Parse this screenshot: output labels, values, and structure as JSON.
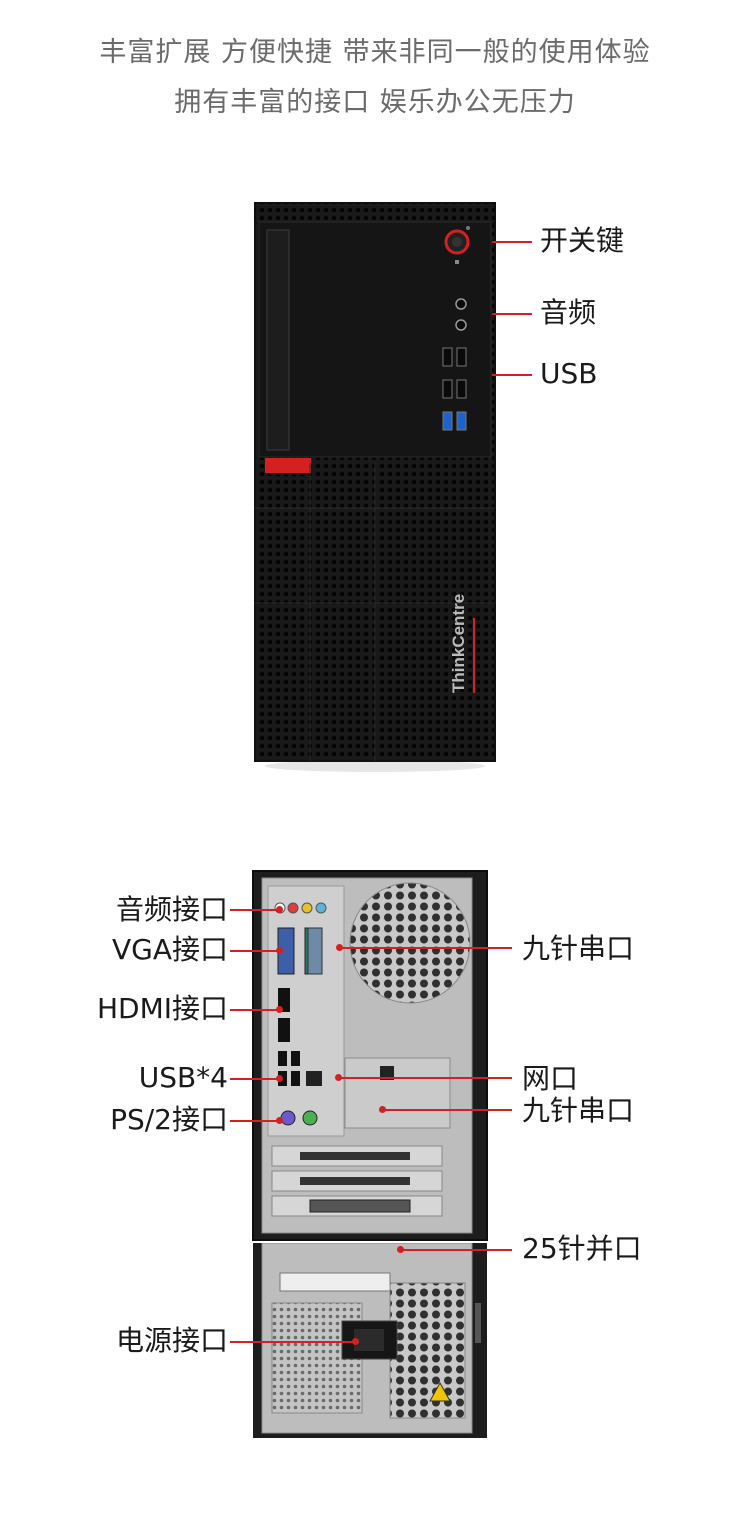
{
  "headline": {
    "line1": "丰富扩展 方便快捷 带来非同一般的使用体验",
    "line2": "拥有丰富的接口 娱乐办公无压力"
  },
  "front_callouts": {
    "power": "开关键",
    "audio": "音频",
    "usb": "USB"
  },
  "front_logo": "ThinkCentre",
  "rear_left": {
    "audio": "音频接口",
    "vga": "VGA接口",
    "hdmi": "HDMI接口",
    "usb": "USB*4",
    "ps2": "PS/2接口",
    "power": "电源接口"
  },
  "rear_right": {
    "serial1": "九针串口",
    "lan": "网口",
    "serial2": "九针串口",
    "parallel": "25针并口"
  },
  "colors": {
    "accent": "#d42020",
    "case": "#1c1c1c",
    "steel": "#bdbdbd"
  }
}
